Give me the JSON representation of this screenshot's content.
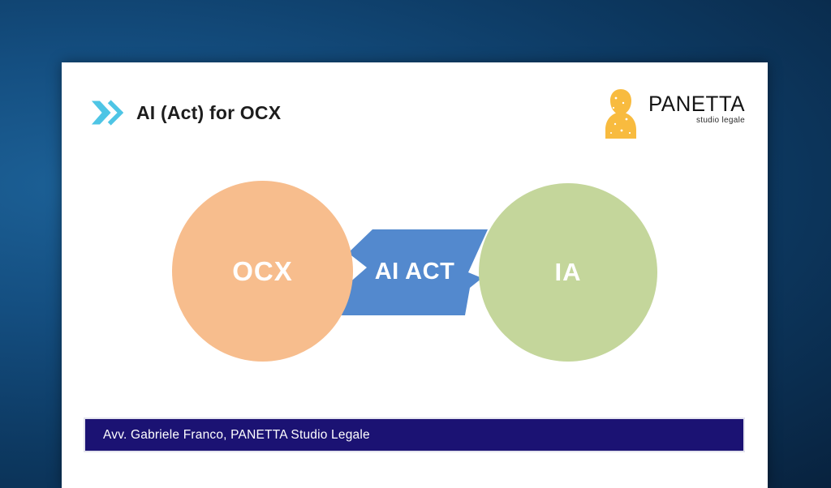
{
  "slide": {
    "title": "AI (Act) for OCX",
    "logo": {
      "name": "PANETTA",
      "tagline": "studio legale"
    },
    "diagram": {
      "type": "relationship",
      "left_circle": {
        "label": "OCX",
        "color": "#F7BD8D"
      },
      "right_circle": {
        "label": "IA",
        "color": "#C4D69B"
      },
      "connector": {
        "label": "AI ACT",
        "shape": "double-block-arrow",
        "direction": "both",
        "color": "#5389CE"
      }
    },
    "footer": {
      "text": "Avv. Gabriele Franco, PANETTA Studio Legale",
      "color": "#1B1273"
    }
  },
  "colors": {
    "background_navy": "#0d3a63",
    "slide_white": "#ffffff",
    "accent_cyan": "#4EC5E5",
    "logo_yellow": "#F8BB3F",
    "title_text": "#1d1d1d",
    "footer_navy": "#1B1273",
    "arrow_blue": "#5389CE",
    "circle_orange": "#F7BD8D",
    "circle_green": "#C4D69B"
  }
}
